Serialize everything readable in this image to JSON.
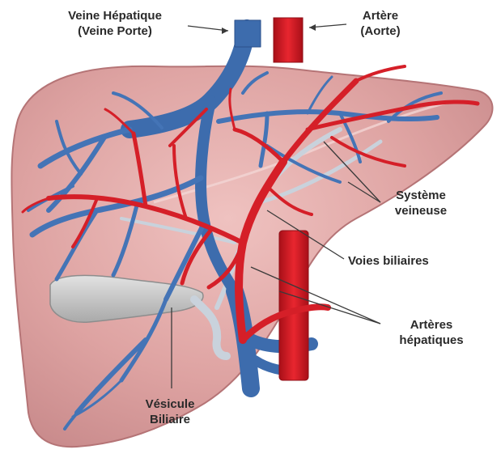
{
  "labels": {
    "hepatic_vein_line1": "Veine Hépatique",
    "hepatic_vein_line2": "(Veine Porte)",
    "artery_line1": "Artère",
    "artery_line2": "(Aorte)",
    "venous_system_line1": "Système",
    "venous_system_line2": "veineuse",
    "bile_ducts": "Voies biliaires",
    "hepatic_arteries_line1": "Artères",
    "hepatic_arteries_line2": "hépatiques",
    "gallbladder_line1": "Vésicule",
    "gallbladder_line2": "Biliaire"
  },
  "colors": {
    "liver": "#d99a9a",
    "liver_edge": "#b9787a",
    "vein": "#3f6fb0",
    "vein_dark": "#2a4f8a",
    "artery": "#d8202a",
    "artery_dark": "#8f1018",
    "bile": "#c8d0d8",
    "gallbladder": "#c9c9c9"
  },
  "icons": [
    "label-arrow-icon"
  ]
}
